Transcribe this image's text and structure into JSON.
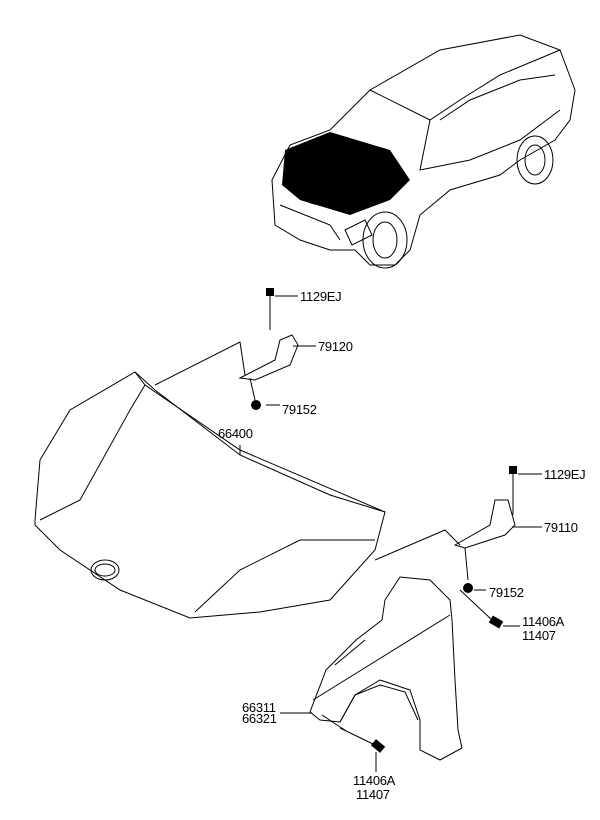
{
  "diagram": {
    "callouts": [
      {
        "id": "bolt-hood-hinge-left",
        "codes": [
          "1129EJ"
        ]
      },
      {
        "id": "hood-hinge-left",
        "codes": [
          "79120"
        ]
      },
      {
        "id": "nut-hood-hinge-left",
        "codes": [
          "79152"
        ]
      },
      {
        "id": "hood-panel",
        "codes": [
          "66400"
        ]
      },
      {
        "id": "bolt-hood-hinge-right",
        "codes": [
          "1129EJ"
        ]
      },
      {
        "id": "hood-hinge-right",
        "codes": [
          "79110"
        ]
      },
      {
        "id": "nut-hood-hinge-right",
        "codes": [
          "79152"
        ]
      },
      {
        "id": "fender-bolt-upper",
        "codes": [
          "11406A",
          "11407"
        ]
      },
      {
        "id": "fender-panel",
        "codes": [
          "66311",
          "66321"
        ]
      },
      {
        "id": "fender-bolt-lower",
        "codes": [
          "11406A",
          "11407"
        ]
      }
    ]
  }
}
